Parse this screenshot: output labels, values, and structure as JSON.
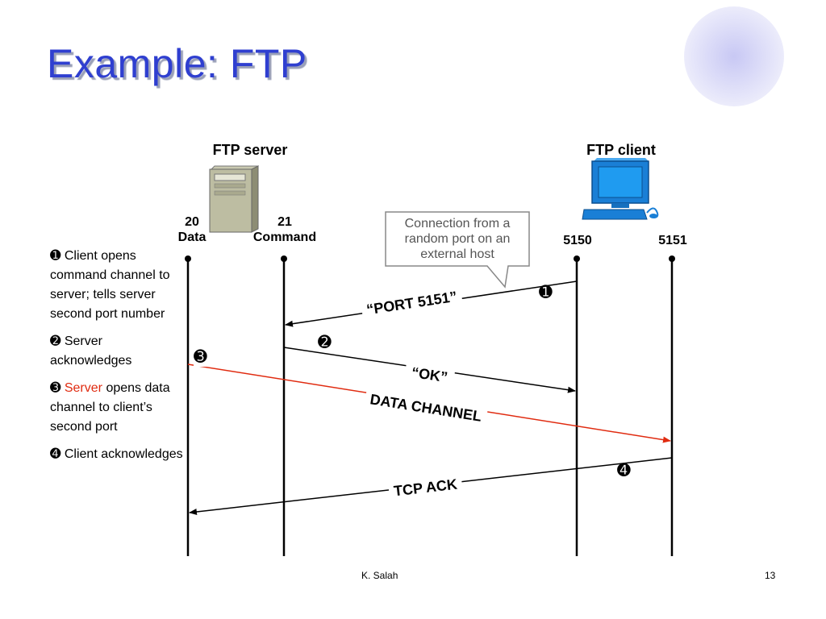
{
  "title": "Example: FTP",
  "server": {
    "label": "FTP server",
    "ports": [
      {
        "number": "20",
        "name": "Data"
      },
      {
        "number": "21",
        "name": "Command"
      }
    ]
  },
  "client": {
    "label": "FTP client",
    "ports": [
      {
        "number": "5150"
      },
      {
        "number": "5151"
      }
    ]
  },
  "callout": "Connection from a random port on an external host",
  "messages": {
    "port_cmd": "“PORT 5151”",
    "ok": "“OK”",
    "data_channel": "DATA CHANNEL",
    "tcp_ack": "TCP ACK"
  },
  "step_numbers": {
    "one": "➊",
    "two": "➋",
    "three": "➌",
    "four": "➍"
  },
  "steps": [
    {
      "num": "➊",
      "text": "Client opens command channel to server; tells server second port number"
    },
    {
      "num": "➋",
      "text": "Server acknowledges"
    },
    {
      "num": "➌",
      "highlight": "Server",
      "text": "opens data channel to client’s second port"
    },
    {
      "num": "➍",
      "text": "Client acknowledges"
    }
  ],
  "colors": {
    "title": "#2f3fd0",
    "data_channel": "#e02b10",
    "highlight": "#e02b10",
    "monitor": "#1a7fd6"
  },
  "footer": {
    "author": "K. Salah",
    "page": "13"
  }
}
